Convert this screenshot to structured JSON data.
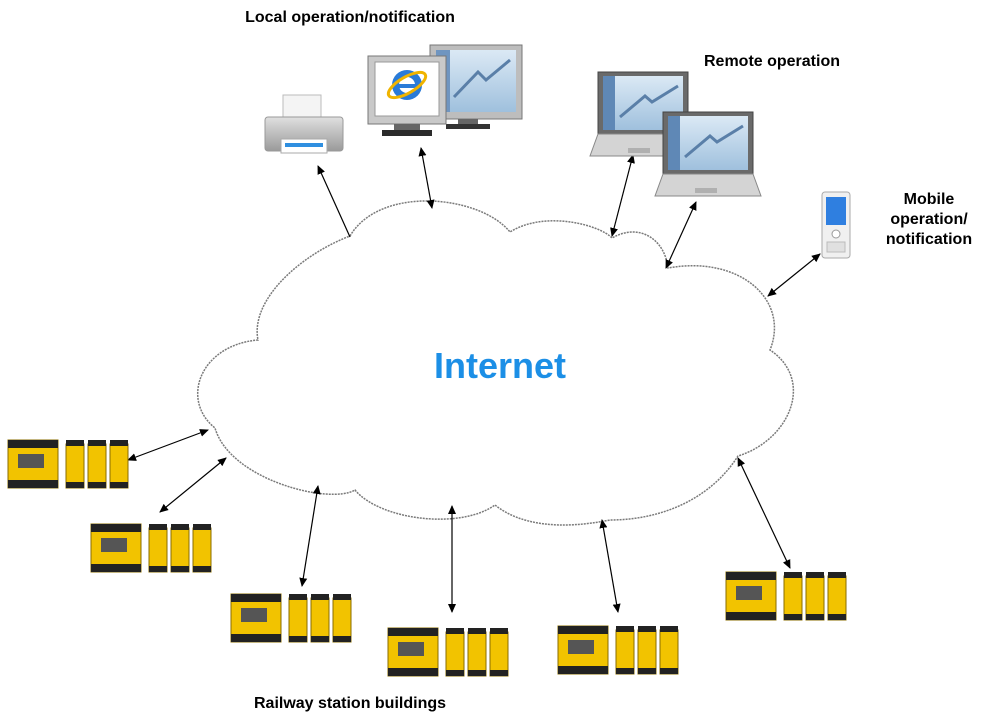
{
  "labels": {
    "local": "Local operation/notification",
    "remote": "Remote operation",
    "mobile_line1": "Mobile",
    "mobile_line2": "operation/",
    "mobile_line3": "notification",
    "center": "Internet",
    "bottom": "Railway station buildings"
  },
  "icons": {
    "printer": "printer-icon",
    "desktop": "desktop-monitor-icon",
    "browser": "internet-explorer-icon",
    "laptop": "laptop-icon",
    "mobile": "mobile-phone-icon",
    "device": "yellow-modular-device-icon"
  },
  "colors": {
    "center_text": "#1c8fe6",
    "device_yellow": "#f2c300",
    "device_dark": "#222222",
    "cloud_stroke": "#808080",
    "arrow": "#000000"
  }
}
